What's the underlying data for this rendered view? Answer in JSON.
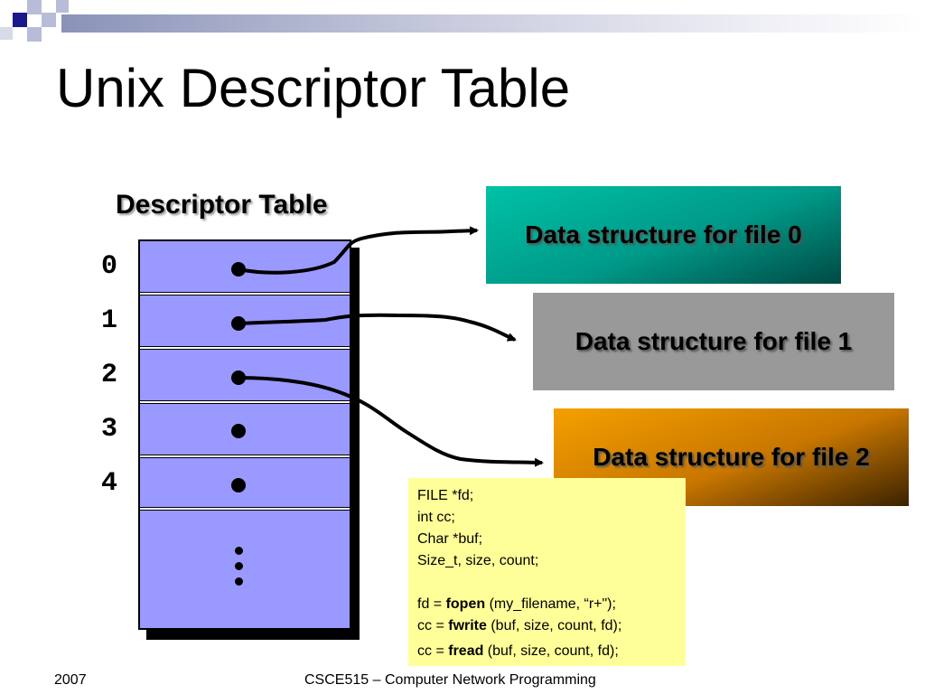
{
  "slide": {
    "title": "Unix Descriptor Table",
    "footer_left": "2007",
    "footer_center": "CSCE515 – Computer Network Programming"
  },
  "theme": {
    "accent": "#1a1a8c",
    "table_fill": "#9999ff",
    "file0_color": "#009988",
    "file1_color": "#999999",
    "file2_color": "#c87600",
    "code_bg": "#ffff99"
  },
  "descriptor_table": {
    "heading": "Descriptor Table",
    "indices": [
      "0",
      "1",
      "2",
      "3",
      "4"
    ]
  },
  "file_structures": [
    {
      "label": "Data structure for file 0"
    },
    {
      "label": "Data structure for file 1"
    },
    {
      "label": "Data structure for file 2"
    }
  ],
  "code": {
    "decl_1": "FILE *fd;",
    "decl_2": "int cc;",
    "decl_3": "Char *buf;",
    "decl_4": "Size_t, size, count;",
    "fopen_pre": "fd = ",
    "fopen_fn": "fopen",
    "fopen_args": " (my_filename, “r+\");",
    "fwrite_pre": "cc = ",
    "fwrite_fn": "fwrite",
    "fwrite_args": " (buf, size, count, fd);",
    "fread_pre": "cc = ",
    "fread_fn": "fread",
    "fread_args": " (buf, size, count, fd);"
  }
}
